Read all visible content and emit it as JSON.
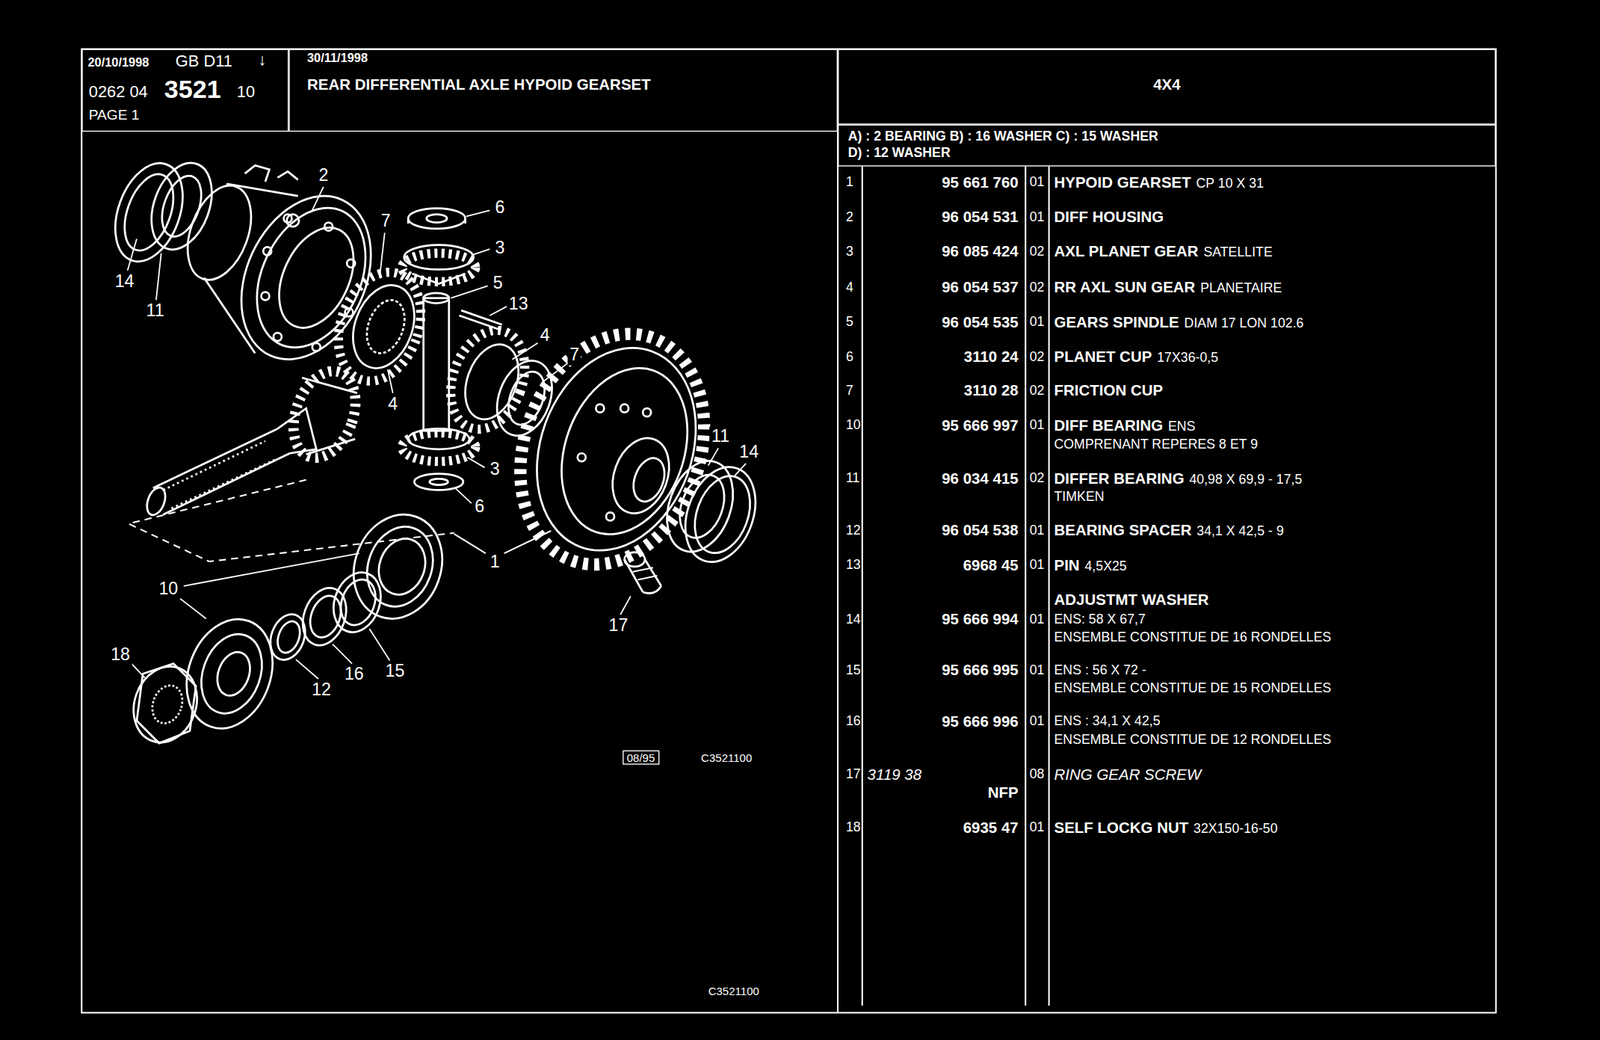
{
  "diagram": {
    "nodes": [
      {
        "text": [
          "20/10/1998",
          "GB D11",
          "↓",
          "0262 04",
          "3521",
          "10",
          "PAGE 1"
        ]
      },
      {
        "text": [
          "30/11/1998",
          "REAR DIFFERENTIAL AXLE HYPOID GEARSET"
        ]
      },
      {
        "text": [
          "4X4"
        ]
      },
      {
        "text": [
          "A) : 2 BEARING B) : 16 WASHER C) : 15 WASHER D) : 12 WASHER"
        ]
      }
    ],
    "labels": [
      "2",
      "6",
      "3",
      "7",
      "5",
      "13",
      "14",
      "11",
      "4",
      "4",
      "7",
      "11",
      "14",
      "3",
      "6",
      "1",
      "10",
      "18",
      "12",
      "16",
      "15",
      "17",
      "08/95",
      "C3521100",
      "C3521100",
      "1",
      "95 661 760",
      "01",
      "HYPOID GEARSET",
      "CP 10 X 31",
      "2",
      "96 054 531",
      "01",
      "DIFF HOUSING",
      "3",
      "96 085 424",
      "02",
      "AXL PLANET GEAR",
      "SATELLITE",
      "4",
      "96 054 537",
      "02",
      "RR AXL SUN GEAR",
      "PLANETAIRE",
      "5",
      "96 054 535",
      "01",
      "GEARS SPINDLE",
      "DIAM 17 LON 102.6",
      "6",
      "3110 24",
      "02",
      "PLANET CUP",
      "17X36-0,5",
      "7",
      "3110 28",
      "02",
      "FRICTION CUP",
      "10",
      "95 666 997",
      "01",
      "DIFF BEARING",
      "ENS",
      "COMPRENANT REPERES 8 ET 9",
      "11",
      "96 034 415",
      "02",
      "DIFFER BEARING",
      "40,98 X 69,9 - 17,5",
      "TIMKEN",
      "12",
      "96 054 538",
      "01",
      "BEARING SPACER",
      "34,1 X 42,5 - 9",
      "13",
      "6968 45",
      "01",
      "PIN",
      "4,5X25",
      "ADJUSTMT WASHER",
      "14",
      "95 666 994",
      "01",
      "ENS: 58 X 67,7",
      "ENSEMBLE CONSTITUE DE 16 RONDELLES",
      "15",
      "95 666 995",
      "01",
      "ENS : 56 X 72 -",
      "ENSEMBLE CONSTITUE DE 15 RONDELLES",
      "16",
      "95 666 996",
      "01",
      "ENS : 34,1 X 42,5",
      "ENSEMBLE CONSTITUE DE 12 RONDELLES",
      "17",
      "3119 38",
      "NFP",
      "08",
      "RING GEAR SCREW",
      "18",
      "6935 47",
      "01",
      "SELF LOCKG NUT",
      "32X150-16-50"
    ]
  }
}
